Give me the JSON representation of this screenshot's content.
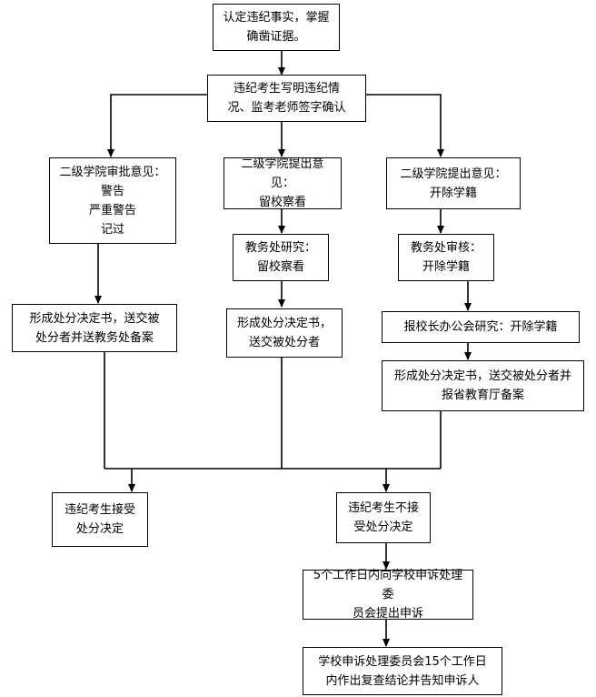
{
  "flow": {
    "confirm_facts": "认定违纪事实，掌握\n确凿证据。",
    "write_report": "违纪考生写明违纪情\n况、监考老师签字确认",
    "col1": {
      "college_opinion": "二级学院审批意见：\n警告\n严重警告\n记过",
      "decision": "形成处分决定书，送交被\n处分者并送教务处备案"
    },
    "col2": {
      "college_opinion": "二级学院提出意见：\n留校察看",
      "affairs_research": "教务处研究：\n留校察看",
      "decision": "形成处分决定书，\n送交被处分者"
    },
    "col3": {
      "college_opinion": "二级学院提出意见：\n开除学籍",
      "affairs_review": "教务处审核：\n开除学籍",
      "president_meeting": "报校长办公会研究：开除学籍",
      "decision": "形成处分决定书，送交被处分者并\n报省教育厅备案"
    },
    "accept": "违纪考生接受\n处分决定",
    "not_accept": "违纪考生不接\n受处分决定",
    "appeal": "5个工作日内向学校申诉处理委\n员会提出申诉",
    "review": "学校申诉处理委员会15个工作日\n内作出复查结论并告知申诉人"
  }
}
